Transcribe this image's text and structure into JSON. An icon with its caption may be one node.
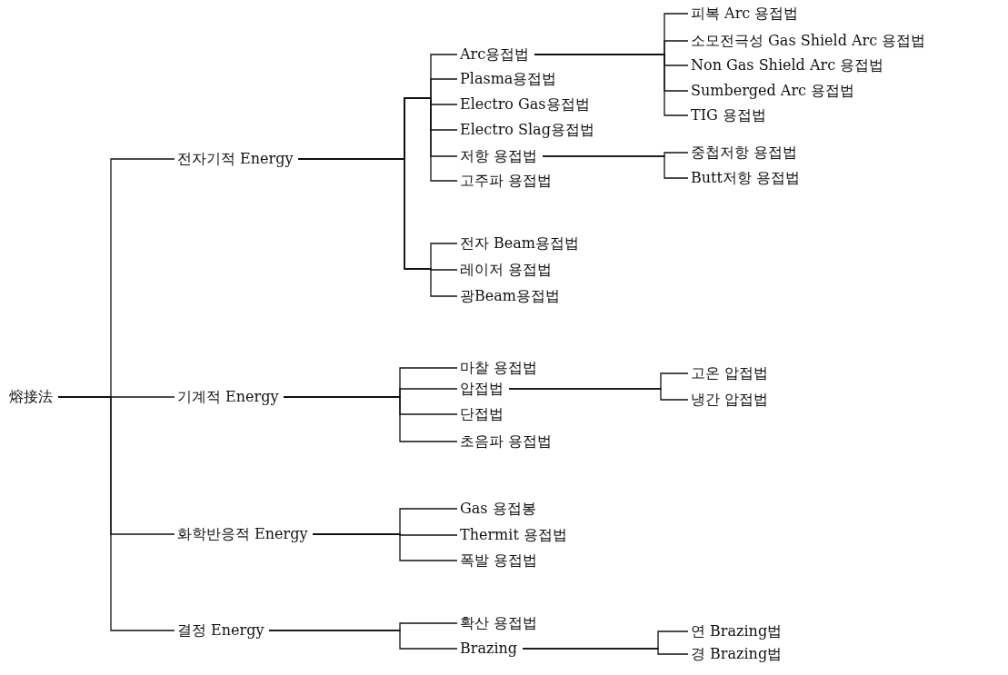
{
  "diagram": {
    "nodes": [
      {
        "text": [
          "熔接法"
        ]
      },
      {
        "text": [
          "전자기적 Energy"
        ]
      },
      {
        "text": [
          "Arc용접법"
        ]
      },
      {
        "text": [
          "Plasma용접법"
        ]
      },
      {
        "text": [
          "Electro Gas용접법"
        ]
      },
      {
        "text": [
          "Electro Slag용접법"
        ]
      },
      {
        "text": [
          "저항 용접법"
        ]
      },
      {
        "text": [
          "고주파 용접법"
        ]
      },
      {
        "text": [
          "피복 Arc 용접법"
        ]
      },
      {
        "text": [
          "소모전극성 Gas Shield Arc 용접법"
        ]
      },
      {
        "text": [
          "Non Gas Shield Arc 용접법"
        ]
      },
      {
        "text": [
          "Sumberged Arc 용접법"
        ]
      },
      {
        "text": [
          "TIG 용접법"
        ]
      },
      {
        "text": [
          "중첩저항 용접법"
        ]
      },
      {
        "text": [
          "Butt저항 용접법"
        ]
      },
      {
        "text": [
          "전자 Beam용접법"
        ]
      },
      {
        "text": [
          "레이저 용접법"
        ]
      },
      {
        "text": [
          "광Beam용접법"
        ]
      },
      {
        "text": [
          "기계적 Energy"
        ]
      },
      {
        "text": [
          "마찰 용접법"
        ]
      },
      {
        "text": [
          "압접법"
        ]
      },
      {
        "text": [
          "단접법"
        ]
      },
      {
        "text": [
          "초음파 용접법"
        ]
      },
      {
        "text": [
          "고온 압접법"
        ]
      },
      {
        "text": [
          "냉간 압접법"
        ]
      },
      {
        "text": [
          "화학반응적 Energy"
        ]
      },
      {
        "text": [
          "Gas 용접봉"
        ]
      },
      {
        "text": [
          "Thermit 용접법"
        ]
      },
      {
        "text": [
          "폭발 용접법"
        ]
      },
      {
        "text": [
          "결정 Energy"
        ]
      },
      {
        "text": [
          "확산 용접법"
        ]
      },
      {
        "text": [
          "Brazing"
        ]
      },
      {
        "text": [
          "연 Brazing법"
        ]
      },
      {
        "text": [
          "경 Brazing법"
        ]
      }
    ],
    "edges": [
      {
        "from": 0,
        "to": 1,
        "arrow": "none"
      },
      {
        "from": 0,
        "to": 18,
        "arrow": "none"
      },
      {
        "from": 0,
        "to": 25,
        "arrow": "none"
      },
      {
        "from": 0,
        "to": 29,
        "arrow": "none"
      },
      {
        "from": 1,
        "to": 2,
        "arrow": "none"
      },
      {
        "from": 1,
        "to": 3,
        "arrow": "none"
      },
      {
        "from": 1,
        "to": 4,
        "arrow": "none"
      },
      {
        "from": 1,
        "to": 5,
        "arrow": "none"
      },
      {
        "from": 1,
        "to": 6,
        "arrow": "none"
      },
      {
        "from": 1,
        "to": 7,
        "arrow": "none"
      },
      {
        "from": 1,
        "to": 15,
        "arrow": "none"
      },
      {
        "from": 1,
        "to": 16,
        "arrow": "none"
      },
      {
        "from": 1,
        "to": 17,
        "arrow": "none"
      },
      {
        "from": 2,
        "to": 8,
        "arrow": "none"
      },
      {
        "from": 2,
        "to": 9,
        "arrow": "none"
      },
      {
        "from": 2,
        "to": 10,
        "arrow": "none"
      },
      {
        "from": 2,
        "to": 11,
        "arrow": "none"
      },
      {
        "from": 2,
        "to": 12,
        "arrow": "none"
      },
      {
        "from": 6,
        "to": 13,
        "arrow": "none"
      },
      {
        "from": 6,
        "to": 14,
        "arrow": "none"
      },
      {
        "from": 18,
        "to": 19,
        "arrow": "none"
      },
      {
        "from": 18,
        "to": 20,
        "arrow": "none"
      },
      {
        "from": 18,
        "to": 21,
        "arrow": "none"
      },
      {
        "from": 18,
        "to": 22,
        "arrow": "none"
      },
      {
        "from": 20,
        "to": 23,
        "arrow": "none"
      },
      {
        "from": 20,
        "to": 24,
        "arrow": "none"
      },
      {
        "from": 25,
        "to": 26,
        "arrow": "none"
      },
      {
        "from": 25,
        "to": 27,
        "arrow": "none"
      },
      {
        "from": 25,
        "to": 28,
        "arrow": "none"
      },
      {
        "from": 29,
        "to": 30,
        "arrow": "none"
      },
      {
        "from": 29,
        "to": 31,
        "arrow": "none"
      },
      {
        "from": 31,
        "to": 32,
        "arrow": "none"
      },
      {
        "from": 31,
        "to": 33,
        "arrow": "none"
      }
    ]
  }
}
